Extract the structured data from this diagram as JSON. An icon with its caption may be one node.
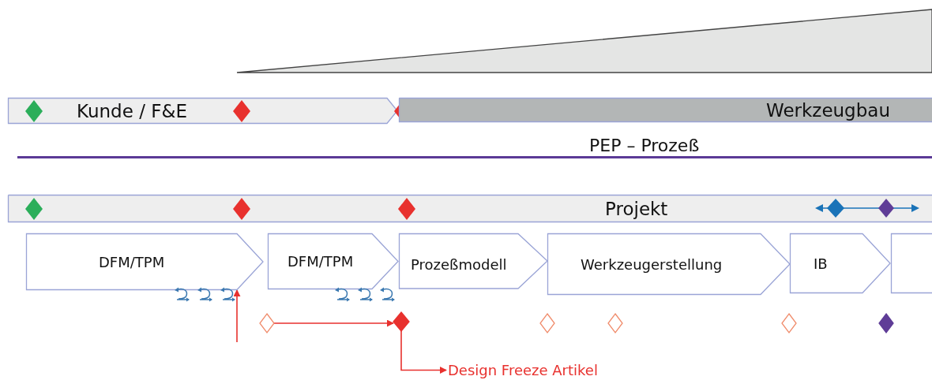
{
  "diagram": {
    "nodes": [
      {
        "text": [
          "Kunde / F&E"
        ]
      },
      {
        "text": [
          "Werkzeugbau"
        ]
      },
      {
        "text": [
          "Projekt"
        ]
      },
      {
        "text": [
          "DFM/TPM"
        ]
      },
      {
        "text": [
          "DFM/TPM"
        ]
      },
      {
        "text": [
          "Prozeßmodell"
        ]
      },
      {
        "text": [
          "Werkzeugerstellung"
        ]
      },
      {
        "text": [
          "IB"
        ]
      },
      {
        "text": [],
        "shape": "chevron"
      },
      {
        "text": [],
        "shape": "diamond"
      },
      {
        "text": [],
        "shape": "diamond"
      },
      {
        "text": [],
        "shape": "diamond"
      },
      {
        "text": [],
        "shape": "diamond"
      },
      {
        "text": [],
        "shape": "diamond"
      },
      {
        "text": [],
        "shape": "diamond"
      },
      {
        "text": [
          "Design Freeze Artikel"
        ]
      }
    ],
    "edges": [
      {
        "from": 9,
        "to": 10,
        "arrow": "to"
      },
      {
        "from": 10,
        "to": 15,
        "arrow": "to"
      },
      {
        "from": null,
        "to": 3,
        "arrow": "to"
      }
    ],
    "labels": [
      "PEP – Prozeß"
    ]
  }
}
